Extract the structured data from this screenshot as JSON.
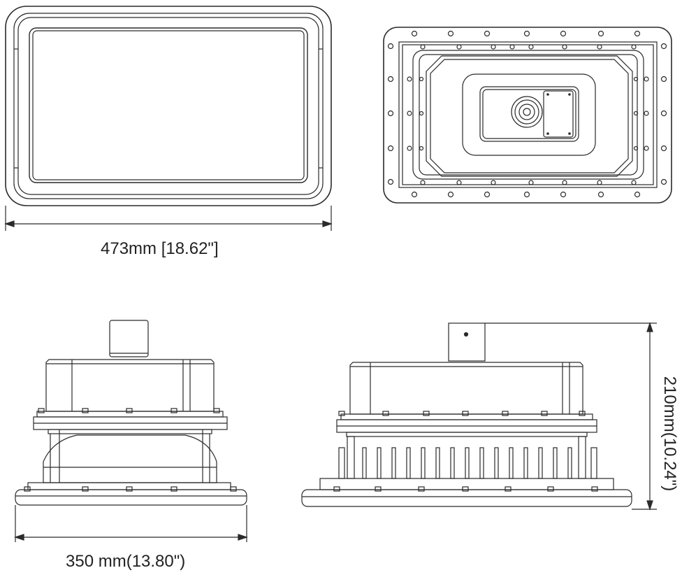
{
  "dimensions": {
    "width_label": "473mm [18.62\"]",
    "base_label": "350 mm(13.80\")",
    "height_label": "210mm(10.24\")"
  },
  "colors": {
    "line": "#2a2a2a",
    "fill": "#ffffff",
    "text": "#222222"
  },
  "views": [
    "front-view",
    "rear-view",
    "side-view",
    "side-view-finned"
  ]
}
